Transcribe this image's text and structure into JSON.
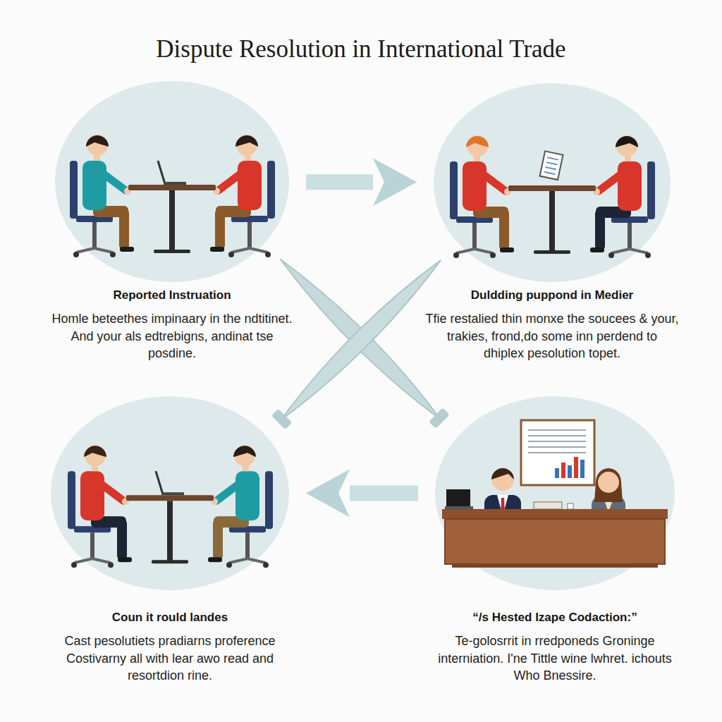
{
  "diagram": {
    "title": "Dispute Resolution in International Trade",
    "nodes": [
      {
        "text": [
          "Reported Instruation",
          "Homle beteethes impinaary in the ndtitinet. And your als edtrebigns, andinat tse posdine."
        ]
      },
      {
        "text": [
          "Duldding puppond in Medier",
          "Tfie restalied thin monxe the soucees & your, trakies, frond,do some inn perdend to dhiplex pesolution topet."
        ]
      },
      {
        "text": [
          "Coun it rould landes",
          "Cast pesolutiets pradiarns proference Costivarny all with lear awo read and resortdion rine."
        ]
      },
      {
        "text": [
          "“/s Hested Izape Codaction:”",
          "Te-golosrrit in rredponeds Groninge interniation. I'ne Tittle wine lwhret. ichouts Who Bnessire."
        ]
      }
    ],
    "edges": [
      {
        "from": 0,
        "to": 1,
        "arrow": "to"
      },
      {
        "from": 3,
        "to": 2,
        "arrow": "to"
      }
    ]
  }
}
